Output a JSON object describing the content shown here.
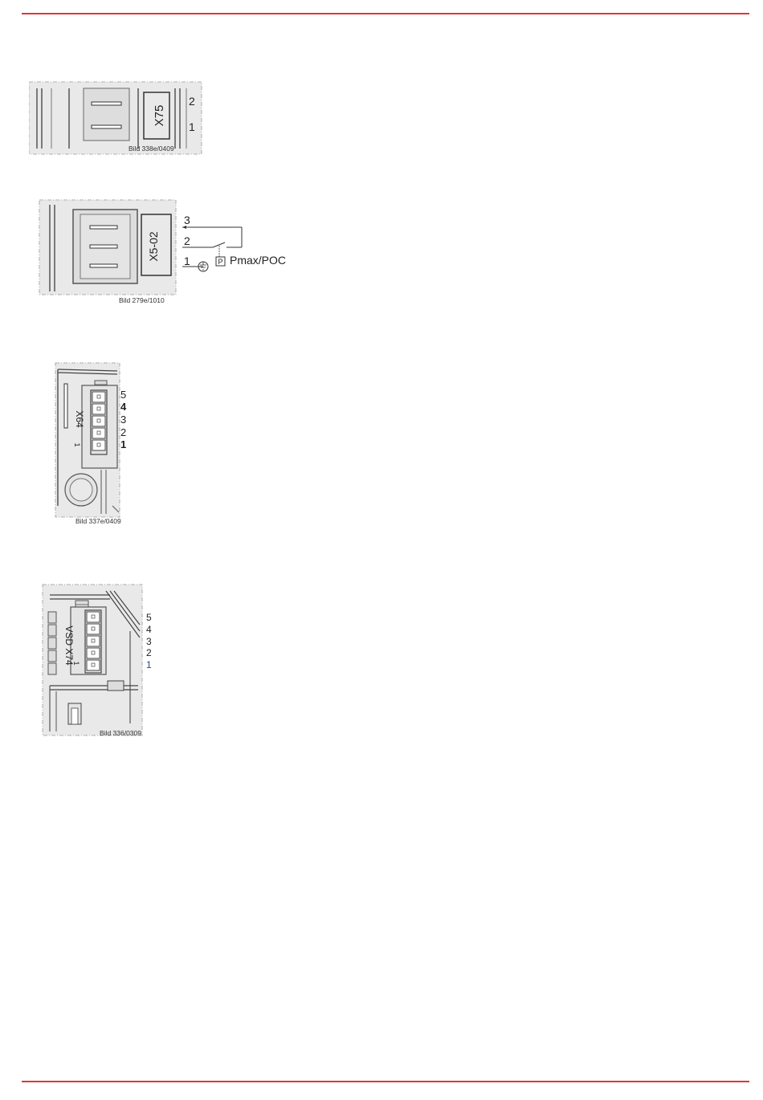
{
  "page": {
    "accent_color": "#e0363a"
  },
  "figures": [
    {
      "connector": "X75",
      "pins": [
        "2",
        "1"
      ],
      "caption": "Bild 338e/0409"
    },
    {
      "connector": "X5-02",
      "pins": [
        "3",
        "2",
        "1"
      ],
      "switch_label": "Pmax/POC",
      "switch_symbol": "P",
      "caption": "Bild 279e/1010"
    },
    {
      "connector": "X64",
      "pin_one_mark": "1",
      "pins": [
        "5",
        "4",
        "3",
        "2",
        "1"
      ],
      "caption": "Bild 337e/0409"
    },
    {
      "connector": "VSD X74",
      "pin_one_mark": "1",
      "pins": [
        "5",
        "4",
        "3",
        "2",
        "1"
      ],
      "caption": "Bild 336/0309"
    }
  ]
}
